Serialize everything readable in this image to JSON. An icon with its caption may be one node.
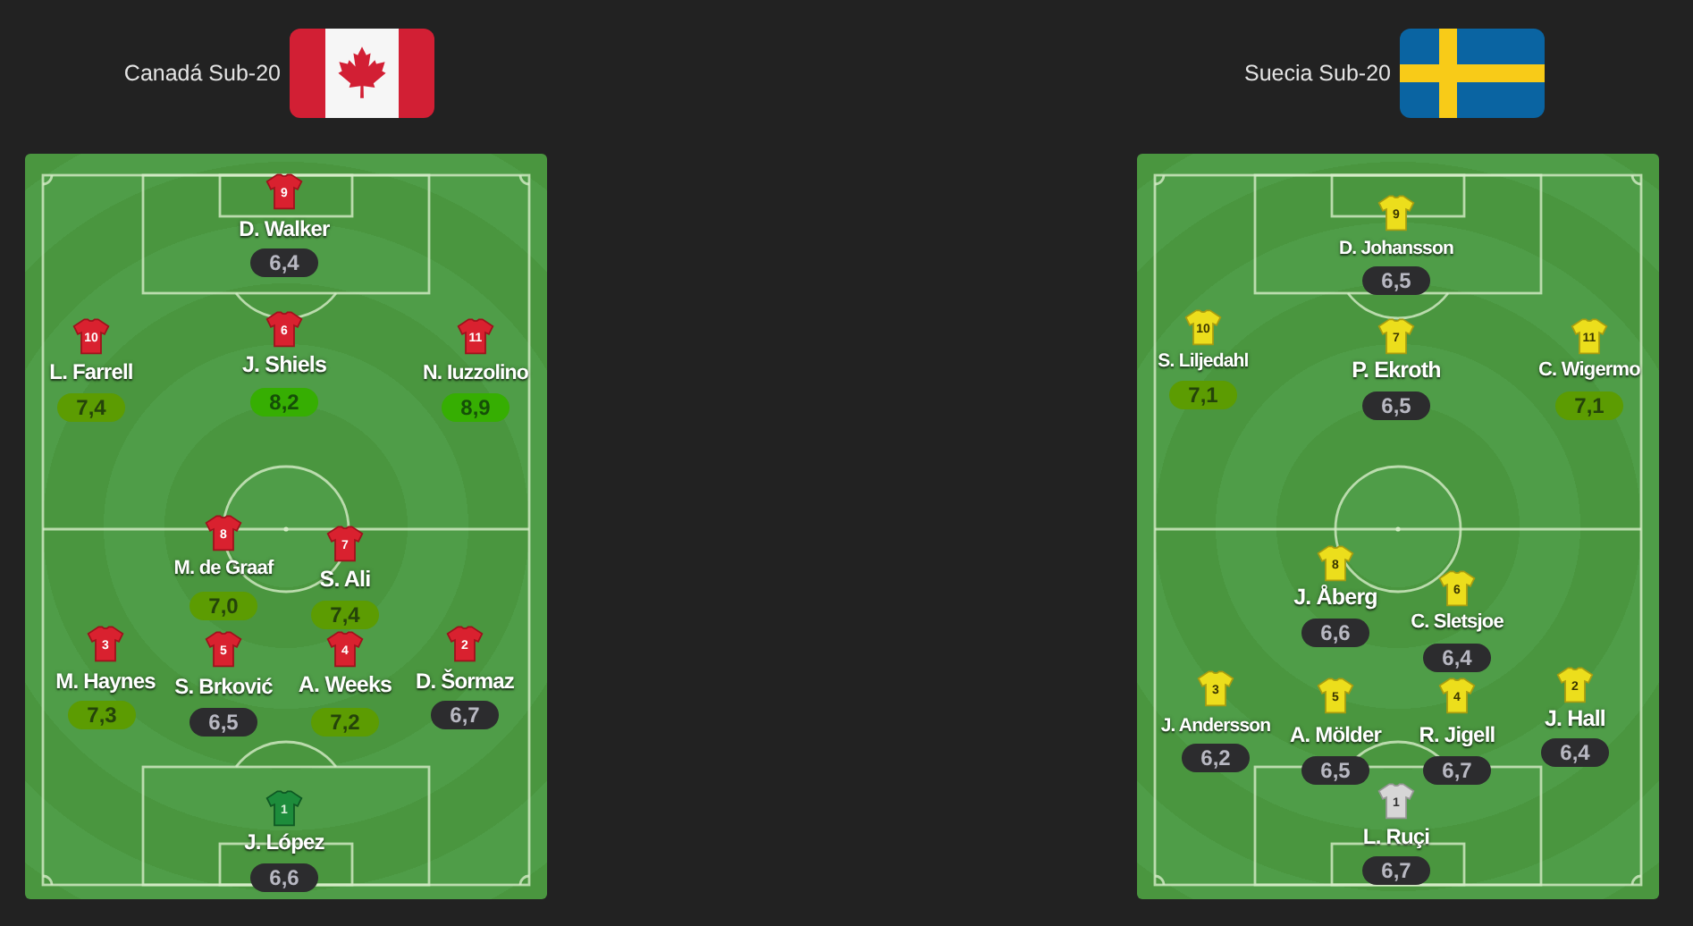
{
  "diagram": {
    "nodes": [
      {
        "text": [
          "Canadá Sub-20"
        ]
      },
      {
        "text": [
          "9"
        ],
        "beside": [
          "D. Walker"
        ],
        "in": 0
      },
      {
        "text": [
          "6,4"
        ],
        "in": 0
      },
      {
        "text": [
          "10"
        ],
        "beside": [
          "L. Farrell"
        ],
        "in": 0
      },
      {
        "text": [
          "7,4"
        ],
        "in": 0
      },
      {
        "text": [
          "6"
        ],
        "beside": [
          "J. Shiels"
        ],
        "in": 0
      },
      {
        "text": [
          "8,2"
        ],
        "in": 0
      },
      {
        "text": [
          "11"
        ],
        "beside": [
          "N. Iuzzolino"
        ],
        "in": 0
      },
      {
        "text": [
          "8,9"
        ],
        "in": 0
      },
      {
        "text": [
          "8"
        ],
        "beside": [
          "M. de Graaf"
        ],
        "in": 0
      },
      {
        "text": [
          "7,0"
        ],
        "in": 0
      },
      {
        "text": [
          "7"
        ],
        "beside": [
          "S. Ali"
        ],
        "in": 0
      },
      {
        "text": [
          "7,4"
        ],
        "in": 0
      },
      {
        "text": [
          "3"
        ],
        "beside": [
          "M. Haynes"
        ],
        "in": 0
      },
      {
        "text": [
          "7,3"
        ],
        "in": 0
      },
      {
        "text": [
          "5"
        ],
        "beside": [
          "S. Brković"
        ],
        "in": 0
      },
      {
        "text": [
          "6,5"
        ],
        "in": 0
      },
      {
        "text": [
          "4"
        ],
        "beside": [
          "A. Weeks"
        ],
        "in": 0
      },
      {
        "text": [
          "7,2"
        ],
        "in": 0
      },
      {
        "text": [
          "2"
        ],
        "beside": [
          "D. Šormaz"
        ],
        "in": 0
      },
      {
        "text": [
          "6,7"
        ],
        "in": 0
      },
      {
        "text": [
          "1"
        ],
        "beside": [
          "J. López"
        ],
        "in": 0
      },
      {
        "text": [
          "6,6"
        ],
        "in": 0
      },
      {
        "text": [
          "Suecia Sub-20"
        ]
      },
      {
        "text": [
          "9"
        ],
        "beside": [
          "D. Johansson"
        ],
        "in": 23
      },
      {
        "text": [
          "6,5"
        ],
        "in": 23
      },
      {
        "text": [
          "10"
        ],
        "beside": [
          "S. Liljedahl"
        ],
        "in": 23
      },
      {
        "text": [
          "7,1"
        ],
        "in": 23
      },
      {
        "text": [
          "7"
        ],
        "beside": [
          "P. Ekroth"
        ],
        "in": 23
      },
      {
        "text": [
          "6,5"
        ],
        "in": 23
      },
      {
        "text": [
          "11"
        ],
        "beside": [
          "C. Wigermo"
        ],
        "in": 23
      },
      {
        "text": [
          "7,1"
        ],
        "in": 23
      },
      {
        "text": [
          "8"
        ],
        "beside": [
          "J. Åberg"
        ],
        "in": 23
      },
      {
        "text": [
          "6,6"
        ],
        "in": 23
      },
      {
        "text": [
          "6"
        ],
        "beside": [
          "C. Sletsjoe"
        ],
        "in": 23
      },
      {
        "text": [
          "6,4"
        ],
        "in": 23
      },
      {
        "text": [
          "3"
        ],
        "beside": [
          "J. Andersson"
        ],
        "in": 23
      },
      {
        "text": [
          "6,2"
        ],
        "in": 23
      },
      {
        "text": [
          "5"
        ],
        "beside": [
          "A. Mölder"
        ],
        "in": 23
      },
      {
        "text": [
          "6,5"
        ],
        "in": 23
      },
      {
        "text": [
          "4"
        ],
        "beside": [
          "R. Jigell"
        ],
        "in": 23
      },
      {
        "text": [
          "6,7"
        ],
        "in": 23
      },
      {
        "text": [
          "2"
        ],
        "beside": [
          "J. Hall"
        ],
        "in": 23
      },
      {
        "text": [
          "6,4"
        ],
        "in": 23
      },
      {
        "text": [
          "1"
        ],
        "beside": [
          "L. Ruçi"
        ],
        "in": 23
      },
      {
        "text": [
          "6,7"
        ],
        "in": 23
      }
    ]
  }
}
